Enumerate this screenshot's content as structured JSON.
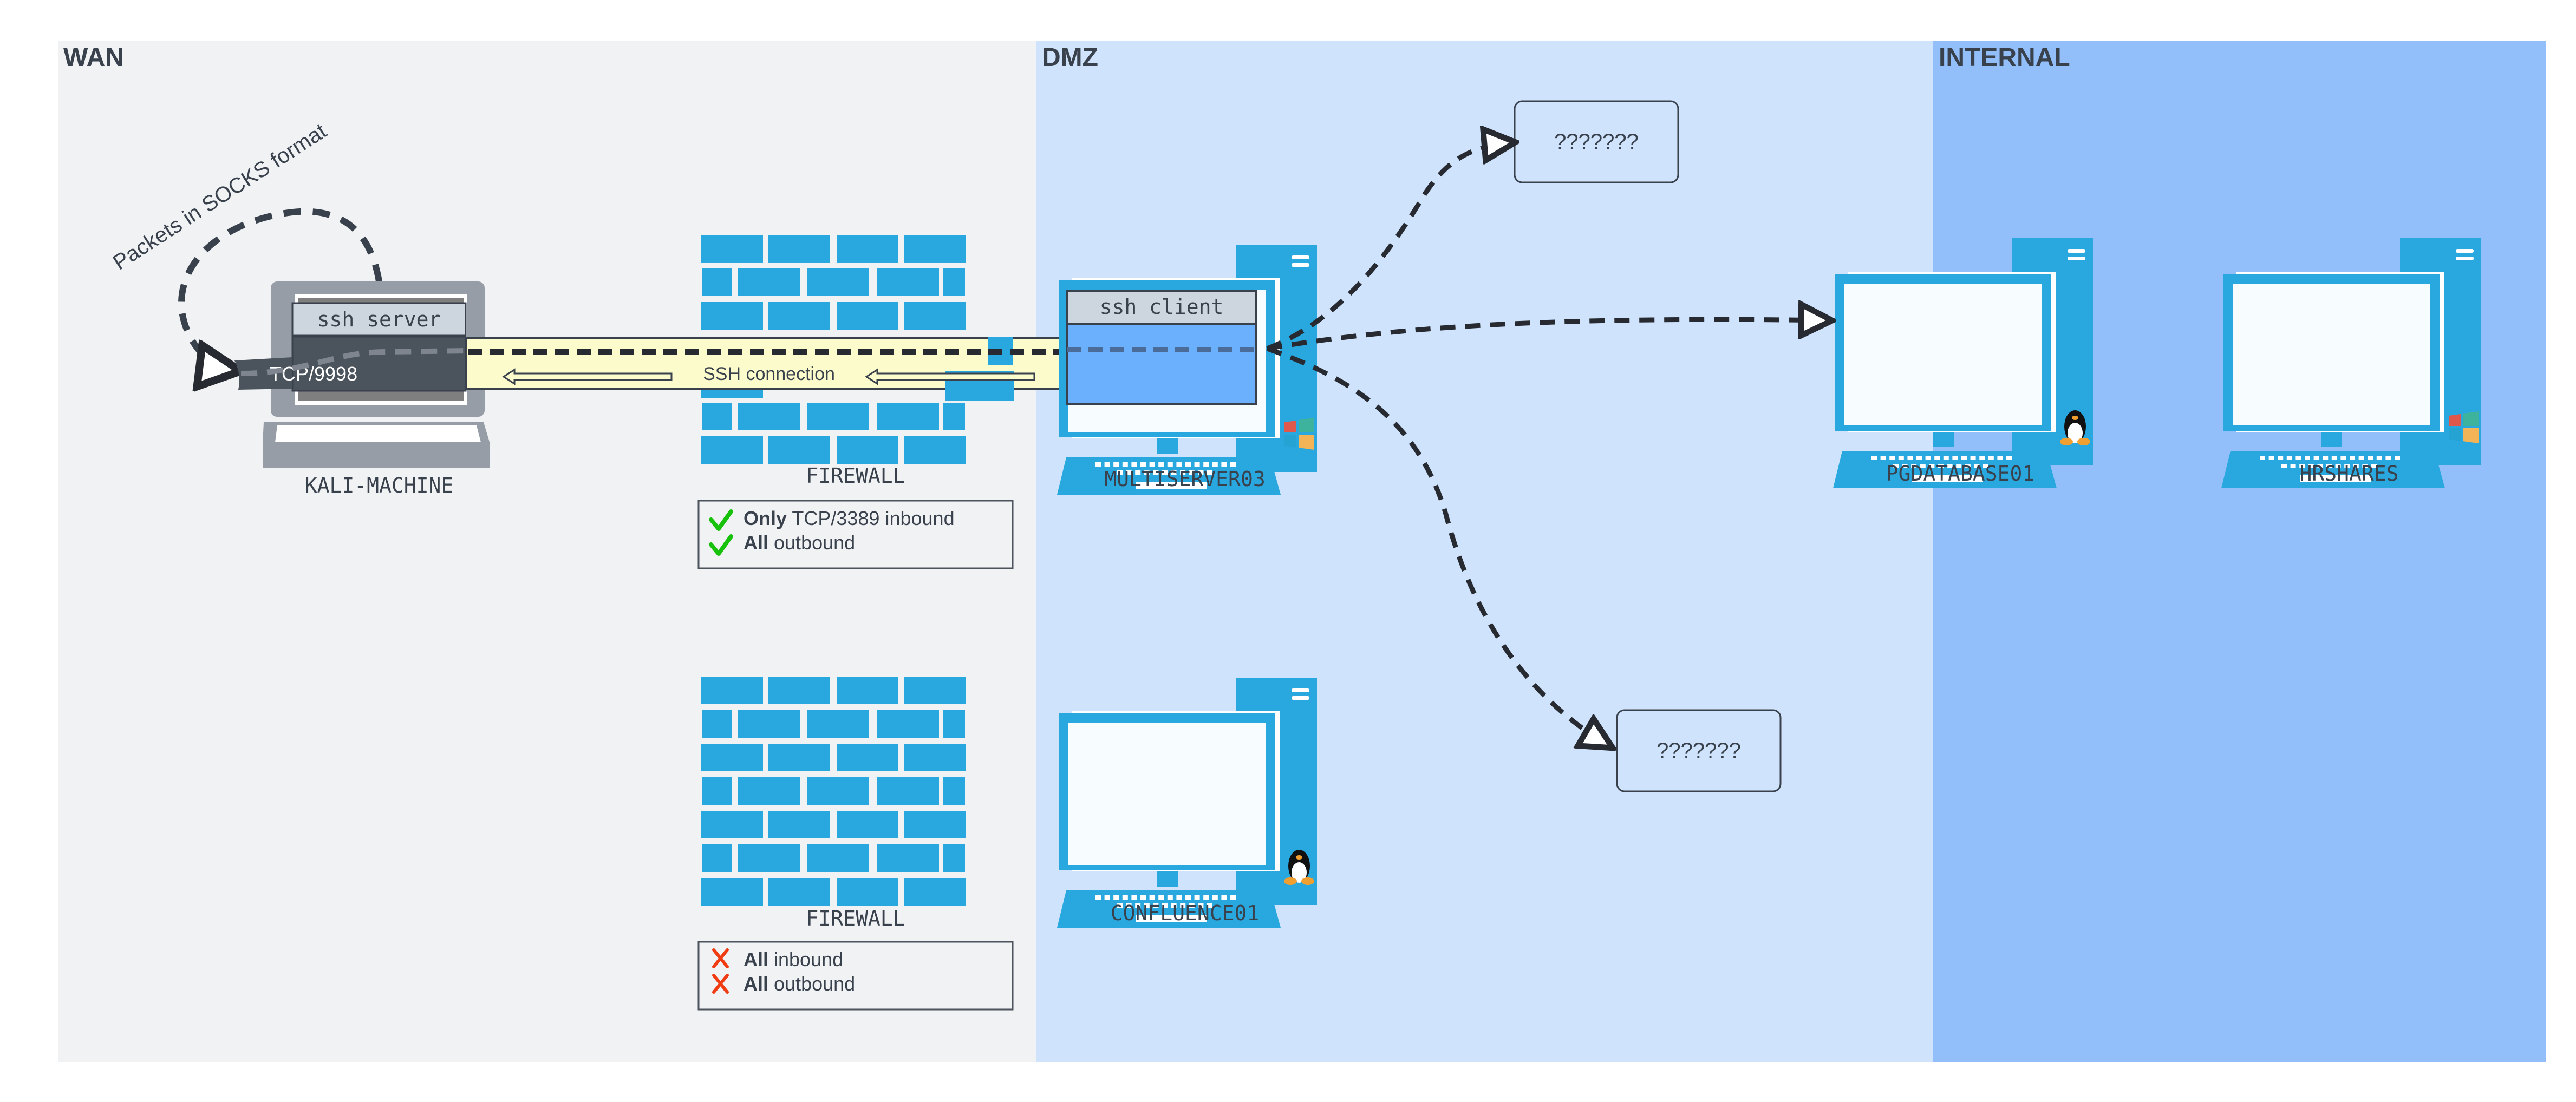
{
  "zones": [
    {
      "id": "wan",
      "label": "WAN",
      "color": "#f1f2f4"
    },
    {
      "id": "dmz",
      "label": "DMZ",
      "color": "#cfe3fc"
    },
    {
      "id": "internal",
      "label": "INTERNAL",
      "color": "#92bffa"
    }
  ],
  "annotation": {
    "socks_loop": "Packets in SOCKS format"
  },
  "kali": {
    "name": "KALI-MACHINE",
    "app_label": "ssh server",
    "port_label": "TCP/9998"
  },
  "tunnel": {
    "label": "SSH connection",
    "color": "#fcfbcb"
  },
  "firewalls": [
    {
      "label": "FIREWALL",
      "rules": [
        {
          "icon": "check-icon",
          "bold": "Only",
          "text": " TCP/3389 inbound"
        },
        {
          "icon": "check-icon",
          "bold": "All",
          "text": " outbound"
        }
      ]
    },
    {
      "label": "FIREWALL",
      "rules": [
        {
          "icon": "cross-icon",
          "bold": "All",
          "text": " inbound"
        },
        {
          "icon": "cross-icon",
          "bold": "All",
          "text": " outbound"
        }
      ]
    }
  ],
  "hosts": {
    "multiserver": {
      "name": "MULTISERVER03",
      "app_label": "ssh client",
      "os": "windows"
    },
    "confluence": {
      "name": "CONFLUENCE01",
      "os": "linux"
    },
    "pgdatabase": {
      "name": "PGDATABASE01",
      "os": "linux"
    },
    "hrshares": {
      "name": "HRSHARES",
      "os": "windows"
    }
  },
  "unknown_nodes": [
    {
      "label": "???????"
    },
    {
      "label": "???????"
    }
  ],
  "colors": {
    "device": "#29a8e0",
    "text": "#39414d",
    "check": "#17c10c",
    "cross": "#f03c13",
    "laptop": "#979da7",
    "laptop_dark": "#4b535d"
  }
}
